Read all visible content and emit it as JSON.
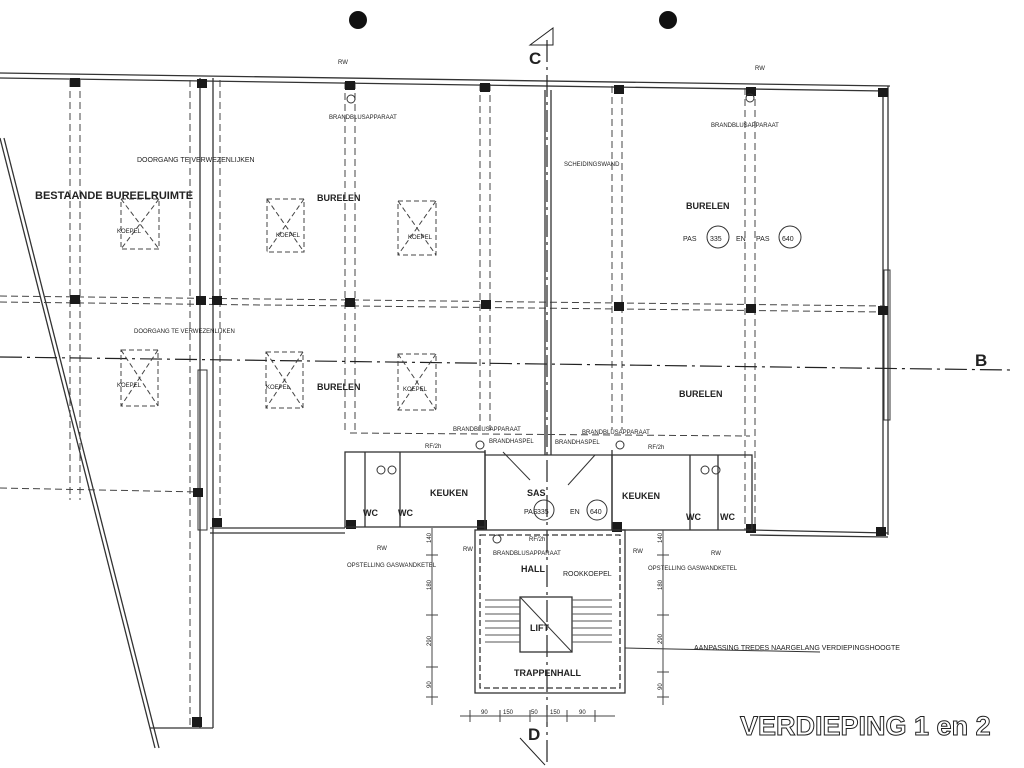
{
  "drawing": {
    "title": "VERDIEPING 1 en 2",
    "axes": {
      "b": "B",
      "c": "C",
      "d": "D"
    },
    "rooms": {
      "existing_office": "BESTAANDE BUREELRUIMTE",
      "offices": "BURELEN",
      "sas": "SAS",
      "kitchen": "KEUKEN",
      "wc": "WC",
      "hall": "HALL",
      "stairhall": "TRAPPENHALL",
      "lift": "LIFT"
    },
    "notes": {
      "passage": "DOORGANG TE VERWEZENLIJKEN",
      "dome": "KOEPEL",
      "extinguisher": "BRANDBLUSAPPARAAT",
      "hose_reel": "BRANDHASPEL",
      "partition": "SCHEIDINGSWAND",
      "boiler": "OPSTELLING GASWANDKETEL",
      "smoke_dome": "ROOKKOEPEL",
      "stairs_note": "AANPASSING TREDES NAARGELANG VERDIEPINGSHOOGTE",
      "rw": "RW",
      "rw2": "RF/2h",
      "pas": "PAS",
      "en": "EN",
      "pas_a": "335",
      "pas_b": "640"
    },
    "dimensions": {
      "vertical": [
        "140",
        "180",
        "290",
        "90"
      ],
      "horizontal": [
        "90",
        "150",
        "50",
        "150",
        "90"
      ]
    }
  }
}
